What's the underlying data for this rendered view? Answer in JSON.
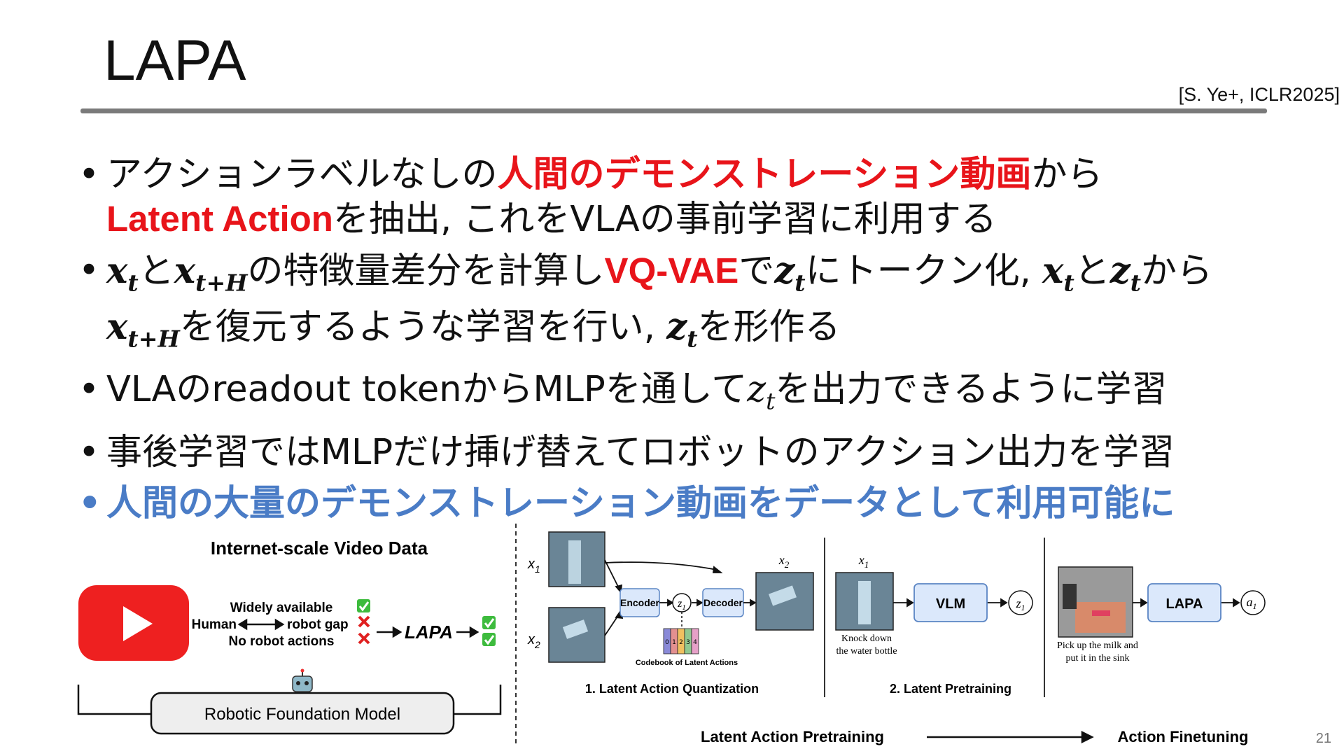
{
  "title": "LAPA",
  "citation": "[S. Ye+, ICLR2025]",
  "page_number": "21",
  "bullets": {
    "b1_l1_a": "アクションラベルなしの",
    "b1_l1_red": "人間のデモンストレーション動画",
    "b1_l1_b": "から",
    "b1_l2_red": "Latent Action",
    "b1_l2_b": "を抽出, これをVLAの事前学習に利用する",
    "b2_l1_a": "と",
    "b2_l1_b": "の特徴量差分を計算し",
    "b2_l1_red": "VQ-VAE",
    "b2_l1_c": "で",
    "b2_l1_d": "にトークン化, ",
    "b2_l1_e": "と",
    "b2_l1_f": "から",
    "b2_l2_a": "を復元するような学習を行い, ",
    "b2_l2_b": "を形作る",
    "b3_a": "VLAのreadout tokenからMLPを通して",
    "b3_b": "を出力できるように学習",
    "b4": "事後学習ではMLPだけ挿げ替えてロボットのアクション出力を学習",
    "b5": "人間の大量のデモンストレーション動画をデータとして利用可能に"
  },
  "math": {
    "x": "x",
    "t": "t",
    "tH": "t+H",
    "z": "z"
  },
  "figure": {
    "left_title": "Internet-scale Video Data",
    "widely": "Widely available",
    "gap_a": "Human",
    "gap_b": "robot gap",
    "no_actions": "No robot actions",
    "lapa": "LAPA",
    "rfm": "Robotic Foundation Model",
    "x1": "x",
    "x2": "x",
    "sub1": "1",
    "sub2": "2",
    "encoder": "Encoder",
    "decoder": "Decoder",
    "z1": "z",
    "codebook": "Codebook of Latent Actions",
    "codes": [
      "0",
      "1",
      "2",
      "3",
      "4"
    ],
    "q_caption": "1. Latent Action Quantization",
    "vlm": "VLM",
    "knock": "Knock down",
    "bottle": "the water bottle",
    "p_caption": "2. Latent Pretraining",
    "lapa_box": "LAPA",
    "a1": "a",
    "pick1": "Pick up the milk and",
    "pick2": "put it in the sink",
    "stage1": "Latent Action Pretraining",
    "stage2": "Action Finetuning"
  },
  "colors": {
    "red": "#e8141a",
    "blue": "#4a7cc6",
    "box_fill": "#dbe8fb",
    "box_stroke": "#5b85c4",
    "check": "#3dbb3d",
    "cross": "#e02020",
    "youtube": "#ee2020"
  }
}
